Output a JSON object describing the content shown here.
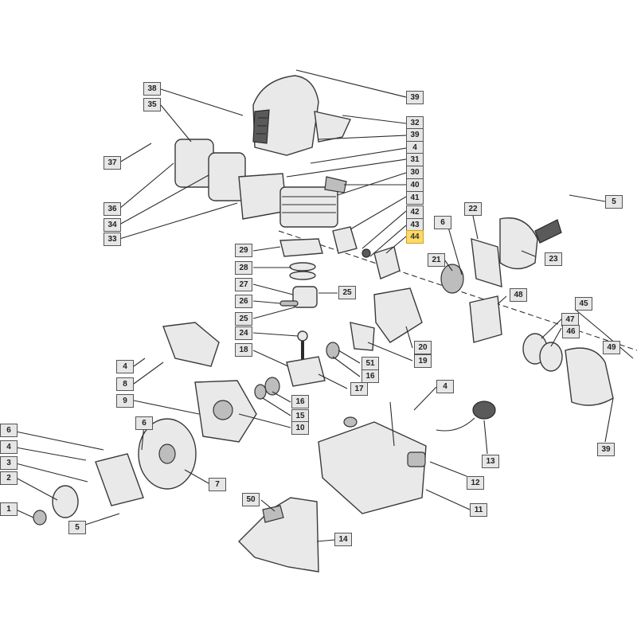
{
  "callouts": [
    {
      "id": "c38",
      "text": "38"
    },
    {
      "id": "c35",
      "text": "35"
    },
    {
      "id": "c37",
      "text": "37"
    },
    {
      "id": "c36",
      "text": "36"
    },
    {
      "id": "c34",
      "text": "34"
    },
    {
      "id": "c33",
      "text": "33"
    },
    {
      "id": "c39a",
      "text": "39"
    },
    {
      "id": "c32",
      "text": "32"
    },
    {
      "id": "c39b",
      "text": "39"
    },
    {
      "id": "c4a",
      "text": "4"
    },
    {
      "id": "c31",
      "text": "31"
    },
    {
      "id": "c30",
      "text": "30"
    },
    {
      "id": "c40",
      "text": "40"
    },
    {
      "id": "c41",
      "text": "41"
    },
    {
      "id": "c42",
      "text": "42"
    },
    {
      "id": "c43",
      "text": "43"
    },
    {
      "id": "c44",
      "text": "44",
      "highlight": true
    },
    {
      "id": "c29",
      "text": "29"
    },
    {
      "id": "c28",
      "text": "28"
    },
    {
      "id": "c27",
      "text": "27"
    },
    {
      "id": "c26",
      "text": "26"
    },
    {
      "id": "c25a",
      "text": "25"
    },
    {
      "id": "c25b",
      "text": "25"
    },
    {
      "id": "c24",
      "text": "24"
    },
    {
      "id": "c18",
      "text": "18"
    },
    {
      "id": "c22",
      "text": "22"
    },
    {
      "id": "c6a",
      "text": "6"
    },
    {
      "id": "c21",
      "text": "21"
    },
    {
      "id": "c23",
      "text": "23"
    },
    {
      "id": "c5a",
      "text": "5"
    },
    {
      "id": "c48a",
      "text": "48"
    },
    {
      "id": "c45",
      "text": "45"
    },
    {
      "id": "c47",
      "text": "47"
    },
    {
      "id": "c46",
      "text": "46"
    },
    {
      "id": "c49",
      "text": "49"
    },
    {
      "id": "c20",
      "text": "20"
    },
    {
      "id": "c19",
      "text": "19"
    },
    {
      "id": "c51",
      "text": "51"
    },
    {
      "id": "c16a",
      "text": "16"
    },
    {
      "id": "c17",
      "text": "17"
    },
    {
      "id": "c16b",
      "text": "16"
    },
    {
      "id": "c15",
      "text": "15"
    },
    {
      "id": "c10",
      "text": "10"
    },
    {
      "id": "c4b",
      "text": "4"
    },
    {
      "id": "c8",
      "text": "8"
    },
    {
      "id": "c9",
      "text": "9"
    },
    {
      "id": "c4c",
      "text": "4"
    },
    {
      "id": "c39c",
      "text": "39"
    },
    {
      "id": "c13",
      "text": "13"
    },
    {
      "id": "c12",
      "text": "12"
    },
    {
      "id": "c11",
      "text": "11"
    },
    {
      "id": "c6b",
      "text": "6"
    },
    {
      "id": "c4d",
      "text": "4"
    },
    {
      "id": "c3",
      "text": "3"
    },
    {
      "id": "c2",
      "text": "2"
    },
    {
      "id": "c1",
      "text": "1"
    },
    {
      "id": "c5b",
      "text": "5"
    },
    {
      "id": "c6c",
      "text": "6"
    },
    {
      "id": "c7",
      "text": "7"
    },
    {
      "id": "c50",
      "text": "50"
    },
    {
      "id": "c14",
      "text": "14"
    }
  ],
  "colors": {
    "highlight": "#ffd966",
    "callout_fill": "#e6e6e6",
    "line": "#2b2b2b"
  }
}
